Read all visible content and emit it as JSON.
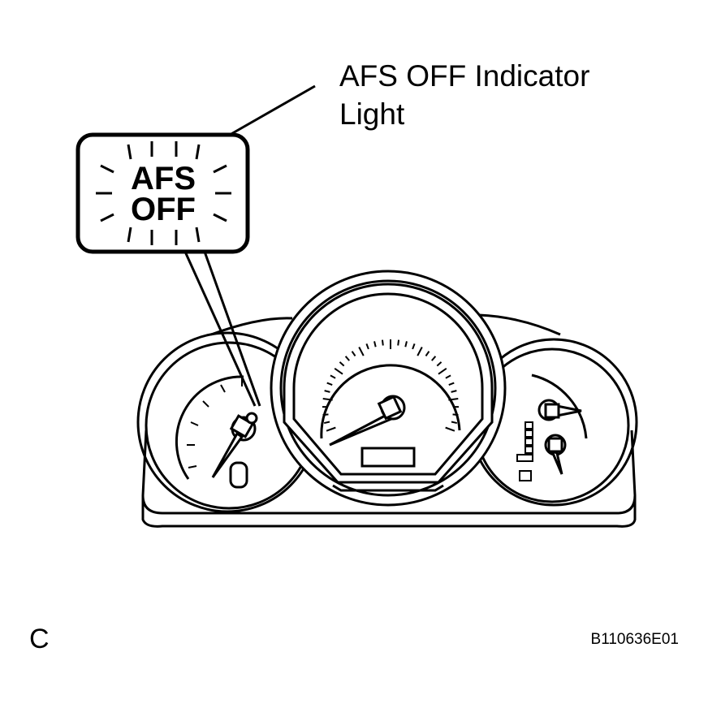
{
  "callout": {
    "line1": "AFS OFF Indicator",
    "line2": "Light"
  },
  "indicator": {
    "line1": "AFS",
    "line2": "OFF"
  },
  "corner_letter": "C",
  "figure_code": "B110636E01",
  "colors": {
    "stroke": "#000000",
    "background": "#ffffff"
  },
  "icons": {
    "indicator": "afs-off-indicator-icon",
    "gauge": "gauge-icon",
    "needle": "needle-icon"
  }
}
